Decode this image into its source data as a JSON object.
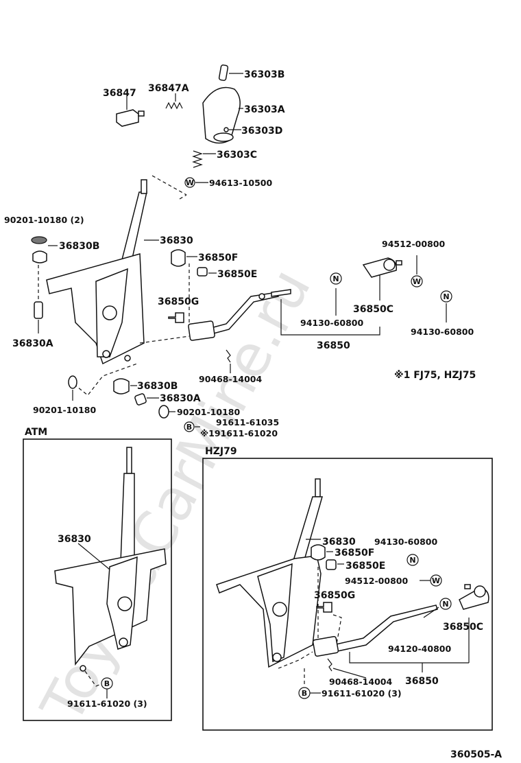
{
  "watermark": "ToyotaCarMine.ru",
  "markers": {
    "w": "W",
    "n": "N",
    "b": "B"
  },
  "labels": {
    "p36303B": "36303B",
    "p36847": "36847",
    "p36847A": "36847A",
    "p36303A": "36303A",
    "p36303D": "36303D",
    "p36303C": "36303C",
    "p94613": "94613-10500",
    "p90201_2": "90201-10180 (2)",
    "p36830B_top": "36830B",
    "p36830_top": "36830",
    "p36850F_top": "36850F",
    "p36850E_top": "36850E",
    "p36850G_top": "36850G",
    "p94512_top": "94512-00800",
    "p36850C_top": "36850C",
    "p94130_a": "94130-60800",
    "p94130_b": "94130-60800",
    "p36850_top": "36850",
    "p36830A_left": "36830A",
    "p90468_top": "90468-14004",
    "p36830B_low": "36830B",
    "p36830A_low": "36830A",
    "p90201_low_left": "90201-10180",
    "p90201_low_right": "90201-10180",
    "p91611_61035": "91611-61035",
    "p191611": "※191611-61020",
    "note1": "※1  FJ75, HZJ75",
    "atm_title": "ATM",
    "atm_36830": "36830",
    "atm_91611": "91611-61020 (3)",
    "hzj_title": "HZJ79",
    "hzj_36830": "36830",
    "hzj_94130": "94130-60800",
    "hzj_36850F": "36850F",
    "hzj_36850E": "36850E",
    "hzj_94512": "94512-00800",
    "hzj_36850G": "36850G",
    "hzj_36850C": "36850C",
    "hzj_94120": "94120-40800",
    "hzj_90468": "90468-14004",
    "hzj_36850": "36850",
    "hzj_91611": "91611-61020 (3)",
    "figure_id": "360505-A"
  }
}
